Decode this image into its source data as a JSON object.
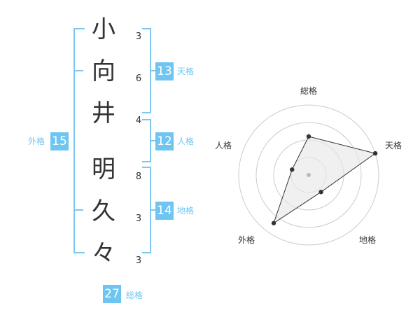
{
  "name": {
    "chars": [
      "小",
      "向",
      "井",
      "明",
      "久",
      "々"
    ],
    "strokes": [
      "3",
      "6",
      "4",
      "8",
      "3",
      "3"
    ]
  },
  "fortune": {
    "tenkaku": {
      "value": "13",
      "label": "天格"
    },
    "jinkaku": {
      "value": "12",
      "label": "人格"
    },
    "chikaku": {
      "value": "14",
      "label": "地格"
    },
    "gaikaku": {
      "value": "15",
      "label": "外格"
    },
    "soukaku": {
      "value": "27",
      "label": "総格"
    }
  },
  "chart_data": {
    "type": "radar",
    "axes": [
      "総格",
      "天格",
      "地格",
      "外格",
      "人格"
    ],
    "values": [
      0.55,
      1.0,
      0.3,
      0.85,
      0.25
    ],
    "rings": 4
  }
}
